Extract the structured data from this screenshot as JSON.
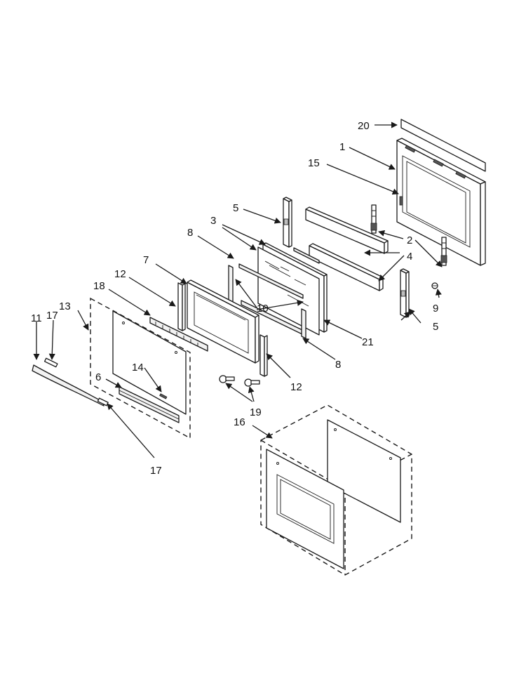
{
  "callouts": {
    "c1": "1",
    "c2": "2",
    "c3": "3",
    "c4": "4",
    "c5a": "5",
    "c5b": "5",
    "c6": "6",
    "c7": "7",
    "c8a": "8",
    "c8b": "8",
    "c9": "9",
    "c10": "10",
    "c11": "11",
    "c12a": "12",
    "c12b": "12",
    "c13": "13",
    "c14": "14",
    "c15": "15",
    "c16": "16",
    "c17a": "17",
    "c17b": "17",
    "c18": "18",
    "c19": "19",
    "c20": "20",
    "c21": "21"
  },
  "colors": {
    "line": "#1a1a1a",
    "background": "#ffffff"
  }
}
